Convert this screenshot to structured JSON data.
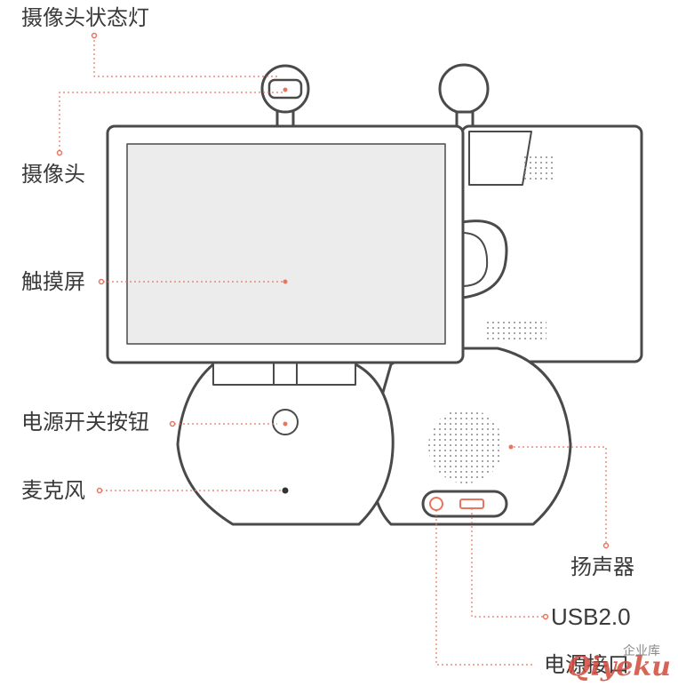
{
  "labels": {
    "camera_status_light": "摄像头状态灯",
    "camera": "摄像头",
    "touchscreen": "触摸屏",
    "power_button": "电源开关按钮",
    "microphone": "麦克风",
    "speaker": "扬声器",
    "usb": "USB2.0",
    "power_port": "电源接口"
  },
  "watermark": {
    "brand": "Qiyeku",
    "sub": "企业库"
  },
  "colors": {
    "line": "#4a4a4a",
    "accent": "#e8765f",
    "screen": "#ececec"
  }
}
